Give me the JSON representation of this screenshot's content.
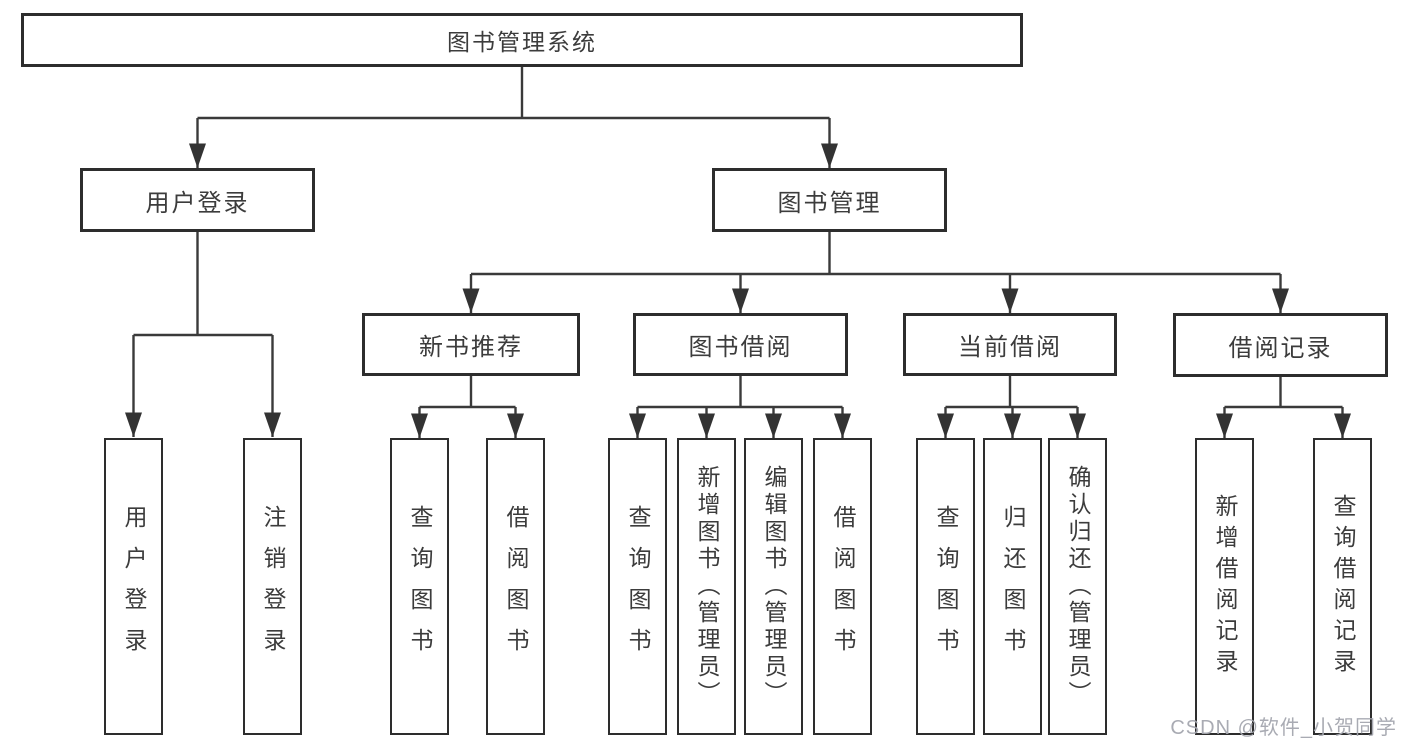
{
  "tree": {
    "root": "图书管理系统",
    "user_login": {
      "label": "用户登录",
      "leaves": [
        "用户登录",
        "注销登录"
      ]
    },
    "book_mgmt": {
      "label": "图书管理",
      "sections": [
        {
          "label": "新书推荐",
          "leaves": [
            "查询图书",
            "借阅图书"
          ]
        },
        {
          "label": "图书借阅",
          "leaves": [
            "查询图书",
            "新增图书（管理员）",
            "编辑图书（管理员）",
            "借阅图书"
          ]
        },
        {
          "label": "当前借阅",
          "leaves": [
            "查询图书",
            "归还图书",
            "确认归还（管理员）"
          ]
        },
        {
          "label": "借阅记录",
          "leaves": [
            "新增借阅记录",
            "查询借阅记录"
          ]
        }
      ]
    }
  },
  "watermark": "CSDN @软件_小贺同学",
  "colors": {
    "background": "#ffffff",
    "box_border": "#2d2d2d",
    "connector_line": "#3a3a3a",
    "text": "#3c3c3c",
    "watermark_text": "#a4a6af"
  }
}
